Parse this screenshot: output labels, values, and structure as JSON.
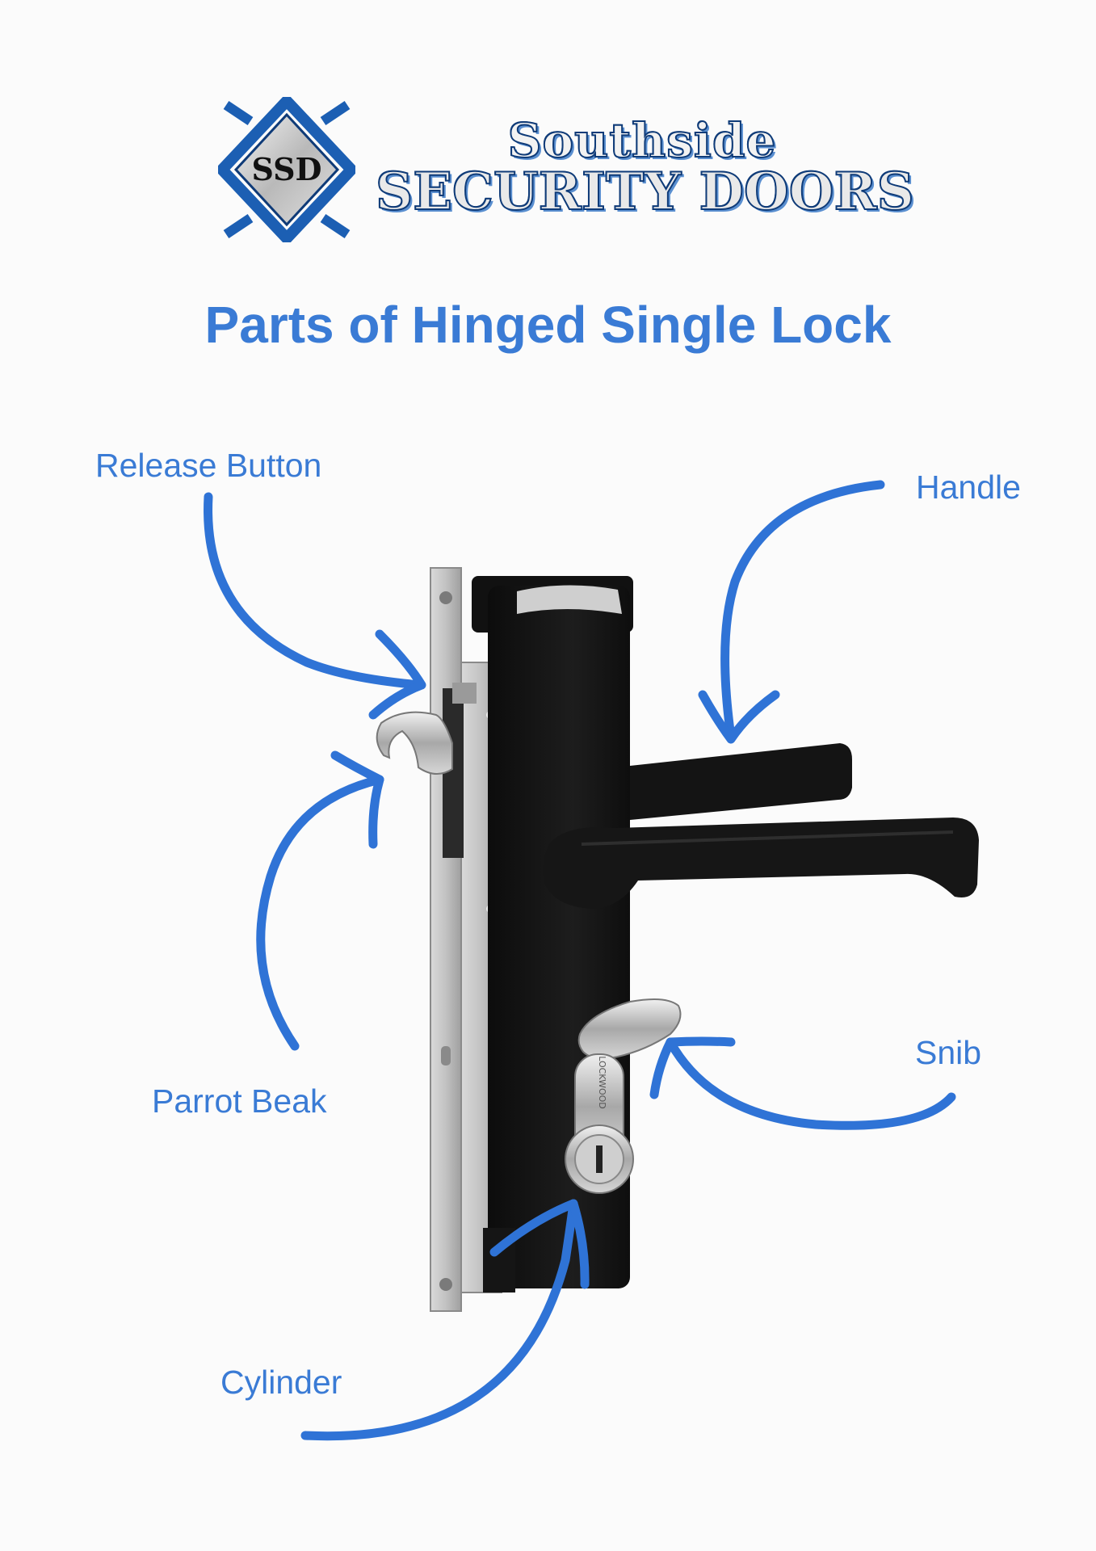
{
  "logo": {
    "emblem_text": "SSD",
    "brand_line1": "Southside",
    "brand_line2": "SECURITY DOORS"
  },
  "title": "Parts of Hinged Single Lock",
  "labels": {
    "release_button": "Release Button",
    "handle": "Handle",
    "parrot_beak": "Parrot Beak",
    "snib": "Snib",
    "cylinder": "Cylinder"
  },
  "cylinder_brand": "LOCKWOOD",
  "colors": {
    "accent": "#3a7bd5",
    "arrow": "#2f73d6",
    "lock_body": "#161616",
    "metal": "#b8b8b8",
    "logo_blue": "#1c5fb3"
  }
}
